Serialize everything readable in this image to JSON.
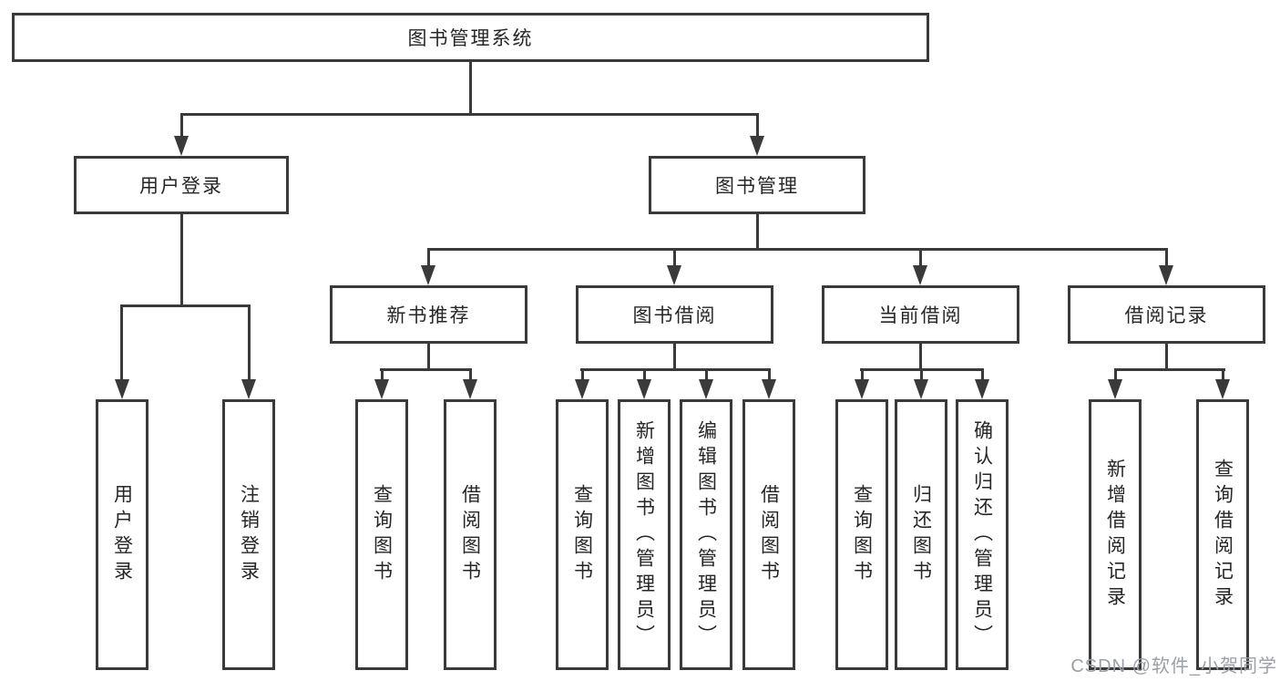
{
  "tree": {
    "root": {
      "label": "图书管理系统",
      "children": [
        {
          "label": "用户登录",
          "children": [
            {
              "label": "用户登录"
            },
            {
              "label": "注销登录"
            }
          ]
        },
        {
          "label": "图书管理",
          "children": [
            {
              "label": "新书推荐",
              "children": [
                {
                  "label": "查询图书"
                },
                {
                  "label": "借阅图书"
                }
              ]
            },
            {
              "label": "图书借阅",
              "children": [
                {
                  "label": "查询图书"
                },
                {
                  "label": "新增图书（管理员）"
                },
                {
                  "label": "编辑图书（管理员）"
                },
                {
                  "label": "借阅图书"
                }
              ]
            },
            {
              "label": "当前借阅",
              "children": [
                {
                  "label": "查询图书"
                },
                {
                  "label": "归还图书"
                },
                {
                  "label": "确认归还（管理员）"
                }
              ]
            },
            {
              "label": "借阅记录",
              "children": [
                {
                  "label": "新增借阅记录"
                },
                {
                  "label": "查询借阅记录"
                }
              ]
            }
          ]
        }
      ]
    }
  },
  "watermark": {
    "text": "CSDN @软件_小贺同学"
  },
  "colors": {
    "line": "#3a3a3a",
    "text": "#262626",
    "watermark": "#9aa0a6",
    "background": "#ffffff"
  }
}
